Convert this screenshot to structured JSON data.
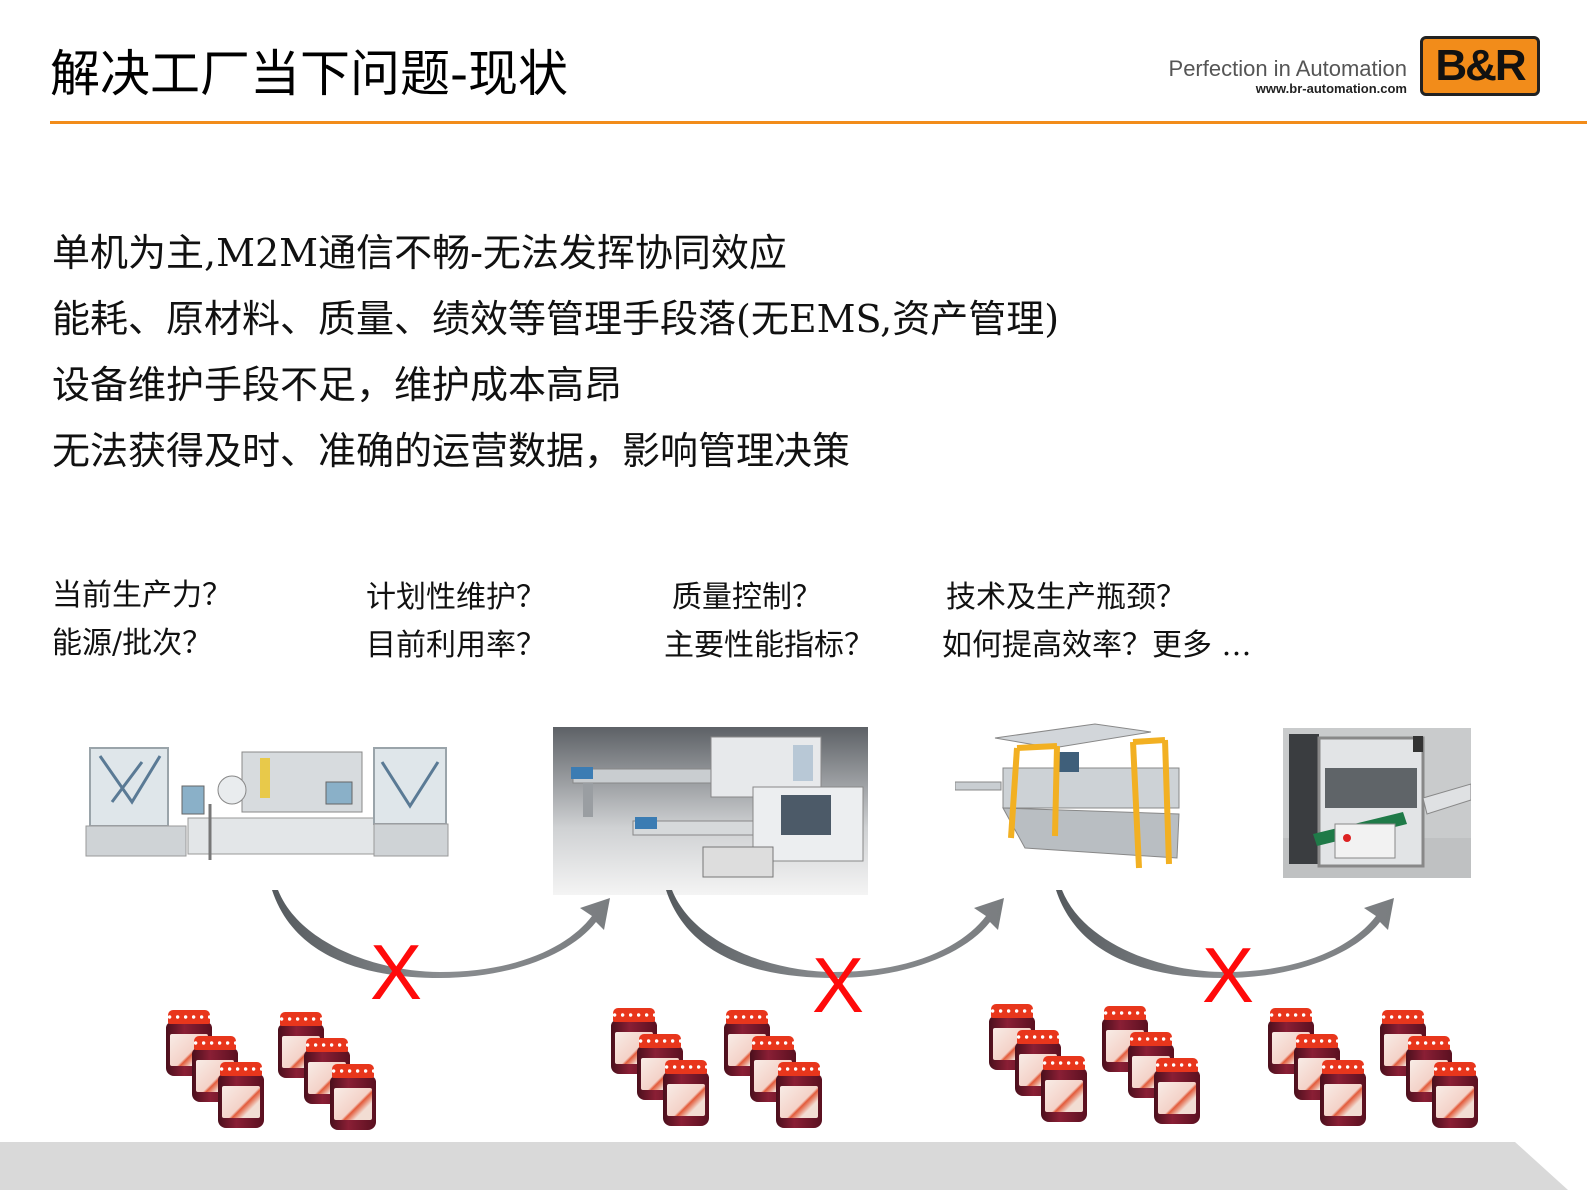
{
  "header": {
    "title": "解决工厂当下问题-现状",
    "brand_slogan": "Perfection in Automation",
    "brand_url": "www.br-automation.com",
    "logo_text": "B&R",
    "accent_color": "#f28c1a"
  },
  "bullets": [
    "单机为主,M2M通信不畅-无法发挥协同效应",
    "能耗、原材料、质量、绩效等管理手段落(无EMS,资产管理)",
    "设备维护手段不足，维护成本高昂",
    "无法获得及时、准确的运营数据，影响管理决策"
  ],
  "questions": [
    {
      "line1": "当前生产力？",
      "line2": "能源/批次？"
    },
    {
      "line1": "计划性维护？",
      "line2": "目前利用率？"
    },
    {
      "line1": "质量控制？",
      "line2": "主要性能指标？"
    },
    {
      "line1": "技术及生产瓶颈？",
      "line2": "如何提高效率？更多 …"
    }
  ],
  "machines": [
    {
      "name": "blister-packaging-line"
    },
    {
      "name": "flow-wrapping-machine"
    },
    {
      "name": "cartoning-machine"
    },
    {
      "name": "case-packer"
    }
  ],
  "links": [
    {
      "mark": "X",
      "status": "broken",
      "color": "#ff0a0a"
    },
    {
      "mark": "X",
      "status": "broken",
      "color": "#ff0a0a"
    },
    {
      "mark": "X",
      "status": "broken",
      "color": "#ff0a0a"
    }
  ],
  "product": "jam-jar"
}
